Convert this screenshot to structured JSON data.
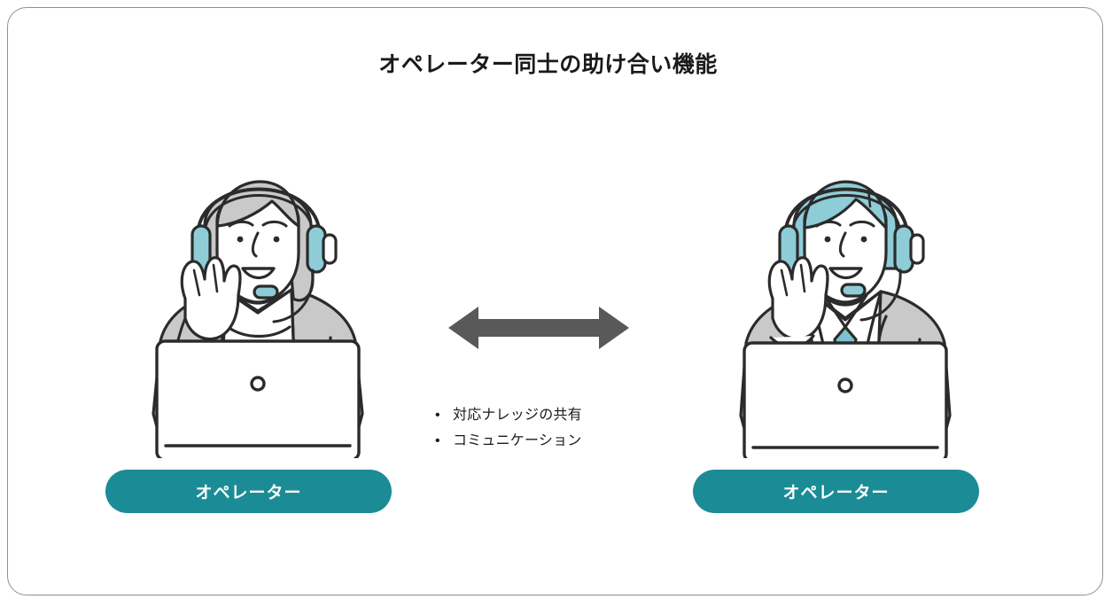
{
  "slide": {
    "title": "オペレーター同士の助け合い機能",
    "frame_border_color": "#8f9194",
    "background_color": "#ffffff"
  },
  "colors": {
    "accent_teal": "#1b8c95",
    "light_blue": "#8ecdd8",
    "gray_fill": "#c9c9c9",
    "outline": "#2b2b2b",
    "arrow_gray": "#595959",
    "text": "#1a1a1a"
  },
  "left_person": {
    "role_label": "オペレーター",
    "icon_name": "operator-female-headset-laptop",
    "hair_color": "#c9c9c9",
    "jacket_color": "#c9c9c9",
    "headset_earpiece_color": "#8ecdd8"
  },
  "right_person": {
    "role_label": "オペレーター",
    "icon_name": "operator-male-headset-laptop",
    "hair_color": "#8ecdd8",
    "jacket_color": "#c9c9c9",
    "tie_color": "#7cc2cf",
    "headset_earpiece_color": "#8ecdd8"
  },
  "center": {
    "arrow_icon_name": "double-headed-arrow-icon",
    "arrow_color": "#595959",
    "bullets": [
      {
        "marker": "•",
        "text": "対応ナレッジの共有"
      },
      {
        "marker": "•",
        "text": "コミュニケーション"
      }
    ]
  }
}
